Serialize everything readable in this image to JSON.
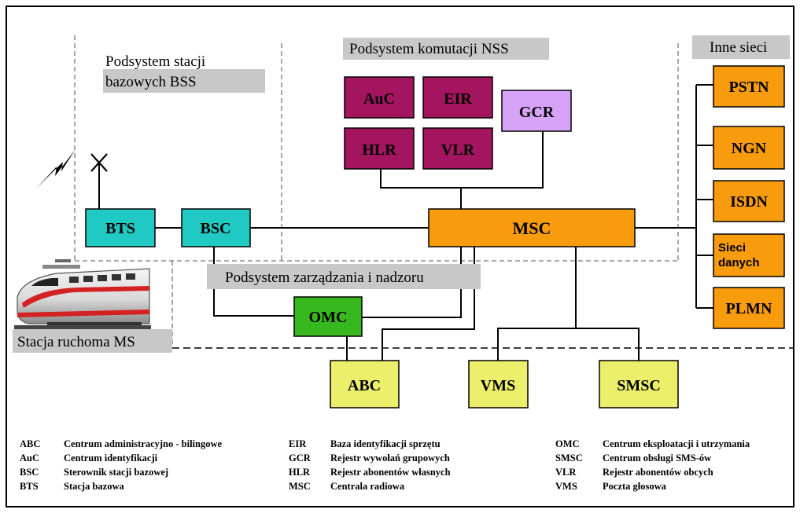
{
  "subsystems": {
    "bss": {
      "line1": "Podsystem stacji",
      "line2": "bazowych BSS"
    },
    "nss": "Podsystem komutacji NSS",
    "other": "Inne sieci",
    "oss": "Podsystem zarządzania i nadzoru",
    "ms": "Stacja ruchoma MS"
  },
  "nodes": {
    "auc": "AuC",
    "eir": "EIR",
    "gcr": "GCR",
    "hlr": "HLR",
    "vlr": "VLR",
    "bts": "BTS",
    "bsc": "BSC",
    "msc": "MSC",
    "omc": "OMC",
    "abc": "ABC",
    "vms": "VMS",
    "smsc": "SMSC",
    "pstn": "PSTN",
    "ngn": "NGN",
    "isdn": "ISDN",
    "data_nets": {
      "line1": "Sieci",
      "line2": "danych"
    },
    "plmn": "PLMN"
  },
  "colors": {
    "nss_core": "#a3155f",
    "gcr": "#d7a3f7",
    "bss": "#21c9c3",
    "msc": "#f89c0e",
    "omc": "#38b81f",
    "services": "#ebef6c",
    "networks": "#f89c0e",
    "label_bg": "#c8c8c8"
  },
  "legend": {
    "col1": [
      {
        "abbr": "ABC",
        "desc": "Centrum administracyjno - bilingowe"
      },
      {
        "abbr": "AuC",
        "desc": "Centrum identyfikacji"
      },
      {
        "abbr": "BSC",
        "desc": "Sterownik stacji bazowej"
      },
      {
        "abbr": "BTS",
        "desc": "Stacja bazowa"
      }
    ],
    "col2": [
      {
        "abbr": "EIR",
        "desc": "Baza identyfikacji sprzętu"
      },
      {
        "abbr": "GCR",
        "desc": "Rejestr wywołań grupowych"
      },
      {
        "abbr": "HLR",
        "desc": "Rejestr abonentów własnych"
      },
      {
        "abbr": "MSC",
        "desc": "Centrala radiowa"
      }
    ],
    "col3": [
      {
        "abbr": "OMC",
        "desc": "Centrum eksploatacji i utrzymania"
      },
      {
        "abbr": "SMSC",
        "desc": "Centrum obsługi SMS-ów"
      },
      {
        "abbr": "VLR",
        "desc": "Rejestr abonentów obcych"
      },
      {
        "abbr": "VMS",
        "desc": "Poczta głosowa"
      }
    ]
  }
}
